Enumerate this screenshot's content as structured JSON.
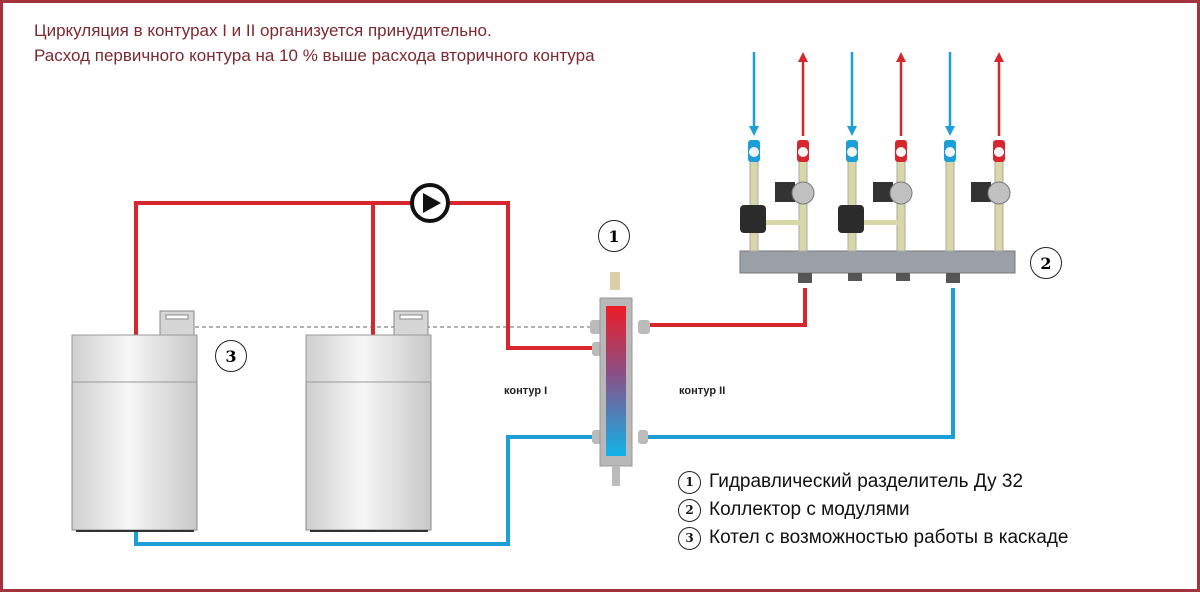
{
  "header": {
    "line1": "Циркуляция в контурах I и II организуется принудительно.",
    "line2": "Расход первичного контура на 10 % выше расхода вторичного контура"
  },
  "labels": {
    "circuit_1": "контур I",
    "circuit_2": "контур II"
  },
  "markers": {
    "separator": "1",
    "collector": "2",
    "boiler": "3"
  },
  "legend": [
    {
      "num": "1",
      "text": "Гидравлический разделитель Ду 32"
    },
    {
      "num": "2",
      "text": "Коллектор с модулями"
    },
    {
      "num": "3",
      "text": "Котел с возможностью работы в каскаде"
    }
  ],
  "colors": {
    "hot": "#d8262e",
    "cold": "#1c9fd6",
    "frame": "#a3323b"
  }
}
